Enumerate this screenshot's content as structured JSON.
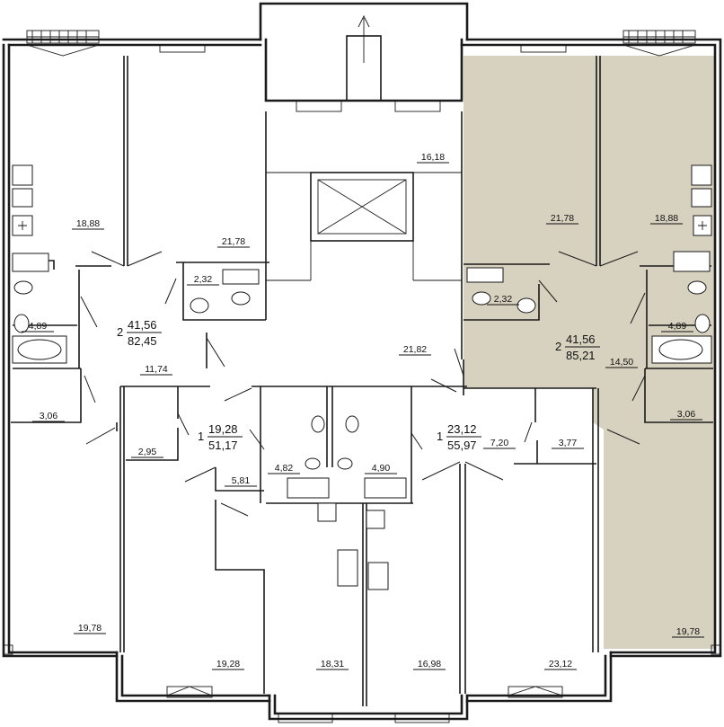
{
  "colors": {
    "highlight": "#d7d1bf",
    "wall": "#1a1a1a",
    "background": "#ffffff"
  },
  "rooms": {
    "r_18_88_l": "18,88",
    "r_21_78_l": "21,78",
    "r_2_32_l": "2,32",
    "r_4_89_l": "4,89",
    "r_11_74": "11,74",
    "r_3_06_l": "3,06",
    "r_2_95": "2,95",
    "r_5_81": "5,81",
    "r_4_82": "4,82",
    "r_4_90": "4,90",
    "r_16_18": "16,18",
    "r_21_82": "21,82",
    "r_7_20": "7,20",
    "r_3_77": "3,77",
    "r_21_78_r": "21,78",
    "r_18_88_r": "18,88",
    "r_2_32_r": "2,32",
    "r_4_89_r": "4,89",
    "r_14_50": "14,50",
    "r_3_06_r": "3,06",
    "r_19_78_l": "19,78",
    "r_19_28": "19,28",
    "r_18_31": "18,31",
    "r_16_98": "16,98",
    "r_23_12": "23,12",
    "r_19_78_r": "19,78"
  },
  "apartments": [
    {
      "rooms": "2",
      "living": "41,56",
      "total": "82,45"
    },
    {
      "rooms": "1",
      "living": "19,28",
      "total": "51,17"
    },
    {
      "rooms": "1",
      "living": "23,12",
      "total": "55,97"
    },
    {
      "rooms": "2",
      "living": "41,56",
      "total": "85,21"
    }
  ],
  "icons": {
    "stair_arrow": "arrow-icon",
    "elevator": "elevator-icon"
  }
}
